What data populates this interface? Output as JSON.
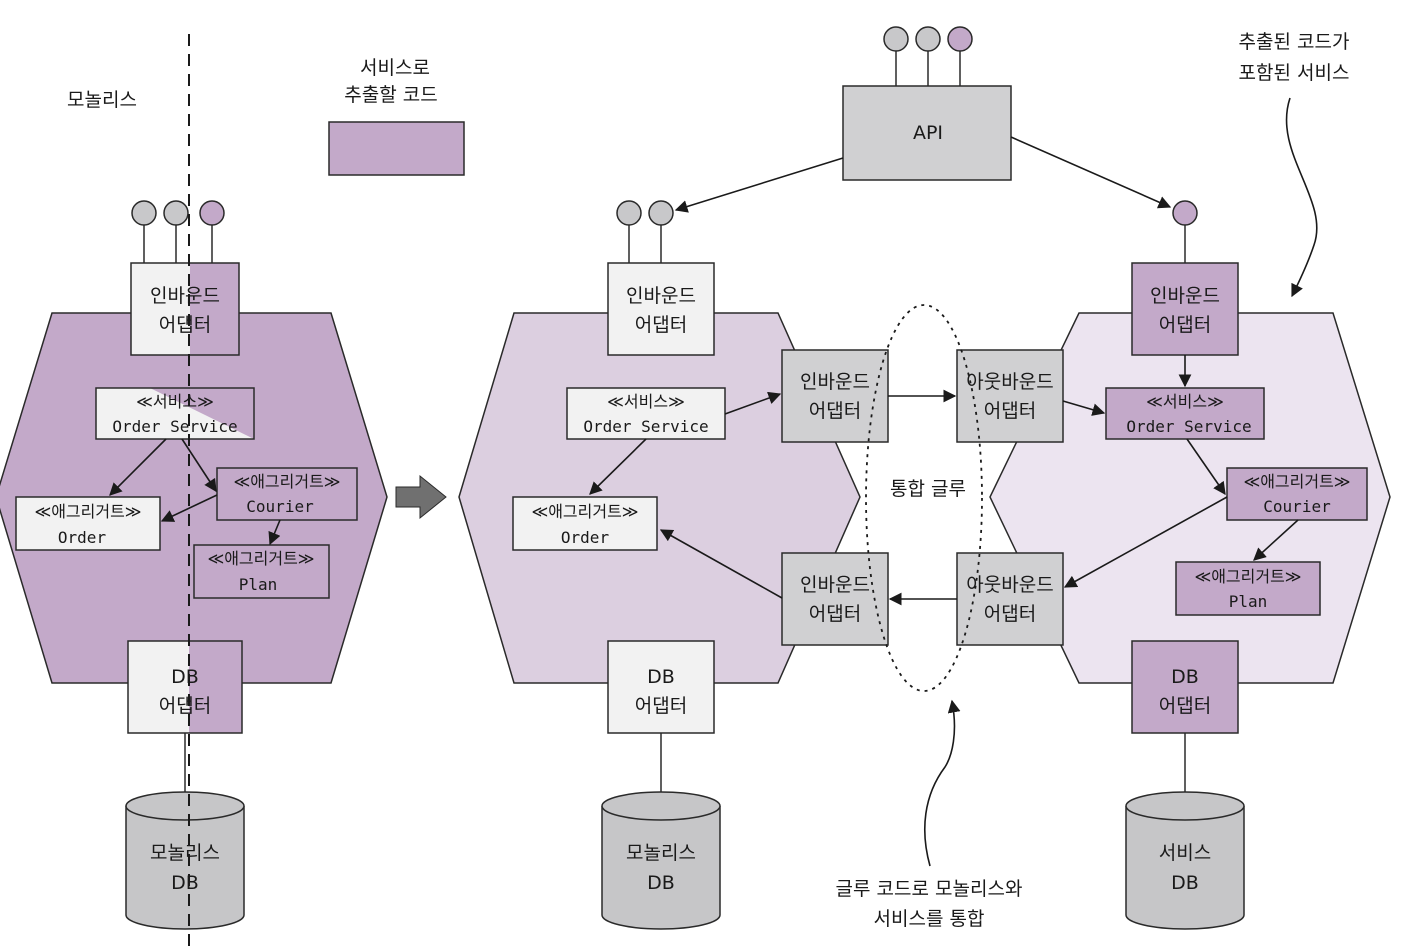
{
  "colors": {
    "purple": "#c3a9c9",
    "purple_light": "#dccfe0",
    "purple_pale": "#ece4f0",
    "gray": "#d0d0d2",
    "gray_db": "#c6c6c8",
    "white_box": "#f2f2f2",
    "stroke": "#2a2a2a"
  },
  "legend": {
    "monolith_label": "모놀리스",
    "extract_line1": "서비스로",
    "extract_line2": "추출할 코드"
  },
  "api": {
    "label": "API"
  },
  "callouts": {
    "extracted_line1": "추출된 코드가",
    "extracted_line2": "포함된 서비스",
    "glue_center": "통합 글루",
    "glue_bottom_line1": "글루 코드로 모놀리스와",
    "glue_bottom_line2": "서비스를 통합"
  },
  "adapters": {
    "inbound_line1": "인바운드",
    "inbound_line2": "어댑터",
    "outbound_line1": "아웃바운드",
    "outbound_line2": "어댑터",
    "db_line1": "DB",
    "db_line2": "어댑터"
  },
  "components": {
    "service_stereo": "≪서비스≫",
    "order_service": "Order Service",
    "aggregate_stereo": "≪애그리거트≫",
    "order": "Order",
    "courier": "Courier",
    "plan": "Plan"
  },
  "databases": {
    "monolith_line1": "모놀리스",
    "monolith_line2": "DB",
    "service_line1": "서비스",
    "service_line2": "DB"
  }
}
